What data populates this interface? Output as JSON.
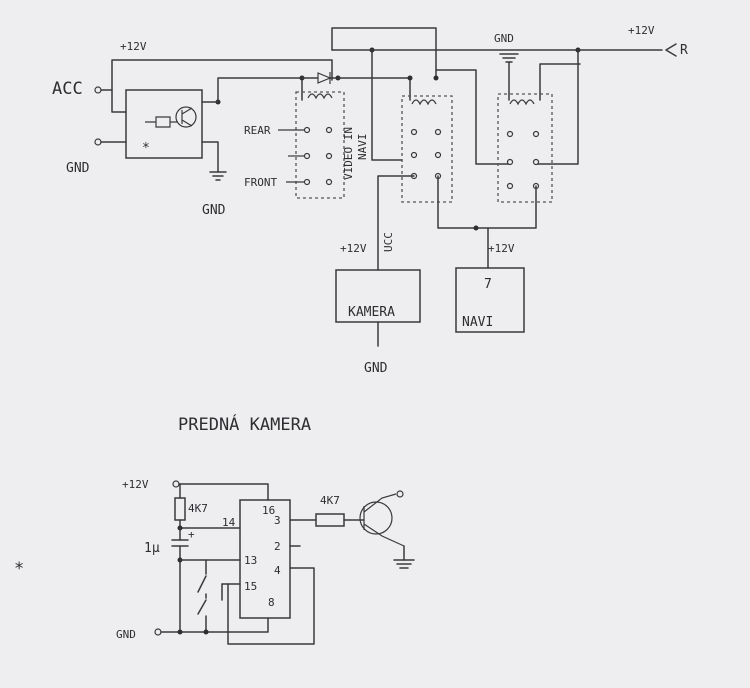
{
  "labels": {
    "acc": "ACC",
    "gnd_input": "GND",
    "plus12_top": "+12V",
    "gnd_transistor": "GND",
    "rear": "REAR",
    "front": "FRONT",
    "video_in": "VIDEO IN",
    "navi_vert": "NAVI",
    "ucc": "UCC",
    "plus12_kamera": "+12V",
    "kamera": "KAMERA",
    "gnd_kamera": "GND",
    "navi_num": "7",
    "navi": "NAVI",
    "plus12_navi": "+12V",
    "gnd_relay": "GND",
    "plus12_right": "+12V",
    "r": "R",
    "asterisk": "*"
  },
  "section2": {
    "title": "PREDNÁ KAMERA",
    "plus12": "+12V",
    "r1": "4K7",
    "c1": "1μ",
    "c1_plus": "+",
    "pin14": "14",
    "pin13": "13",
    "pin15": "15",
    "pin16": "16",
    "pin3": "3",
    "pin2": "2",
    "pin4": "4",
    "pin8": "8",
    "r2": "4K7",
    "gnd": "GND",
    "note": "*"
  }
}
